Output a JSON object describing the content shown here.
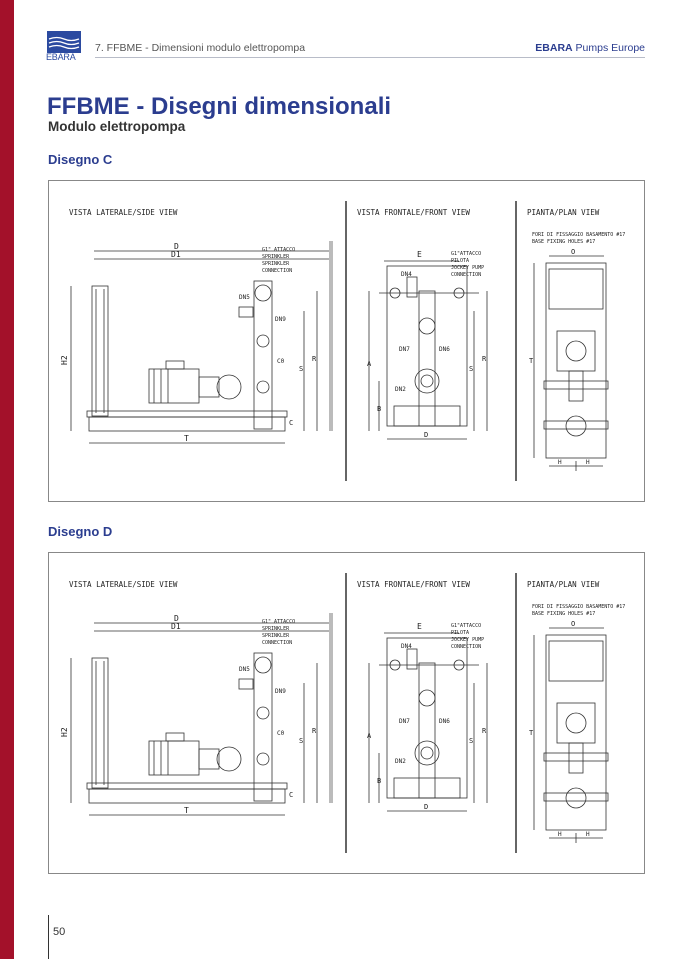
{
  "header": {
    "section": "7.  FFBME - Dimensioni modulo elettropompa",
    "brand_bold": "EBARA",
    "brand_rest": " Pumps Europe",
    "logo_text": "EBARA"
  },
  "title": "FFBME - Disegni dimensionali",
  "subtitle": "Modulo elettropompa",
  "drawings": [
    {
      "label": "Disegno C",
      "side": {
        "title": "VISTA LATERALE/SIDE VIEW",
        "callout": [
          "G1\" ATTACCO",
          "SPRINKLER",
          "SPRINKLER",
          "CONNECTION"
        ],
        "dims": {
          "D": "D",
          "D1": "D1",
          "H2": "H2",
          "T": "T",
          "S": "S",
          "R": "R",
          "C": "C",
          "DN5": "DN5",
          "DN9": "DN9",
          "C0": "C0"
        }
      },
      "front": {
        "title": "VISTA FRONTALE/FRONT VIEW",
        "callout": [
          "G1\"ATTACCO",
          "PILOTA",
          "JOCKEY PUMP",
          "CONNECTION"
        ],
        "dims": {
          "E": "E",
          "DN4": "DN4",
          "DN7": "DN7",
          "DN6": "DN6",
          "A": "A",
          "B": "B",
          "DN2": "DN2",
          "S": "S",
          "R": "R",
          "D": "D"
        }
      },
      "plan": {
        "title": "PIANTA/PLAN VIEW",
        "callout": [
          "FORI DI FISSAGGIO BASAMENTO #17",
          "BASE FIXING HOLES #17"
        ],
        "dims": {
          "O": "O",
          "T": "T",
          "H1": "H",
          "H2": "H"
        }
      }
    },
    {
      "label": "Disegno D",
      "side": {
        "title": "VISTA LATERALE/SIDE VIEW",
        "callout": [
          "G1\" ATTACCO",
          "SPRINKLER",
          "SPRINKLER",
          "CONNECTION"
        ],
        "dims": {
          "D": "D",
          "D1": "D1",
          "H2": "H2",
          "T": "T",
          "S": "S",
          "R": "R",
          "C": "C",
          "DN5": "DN5",
          "DN9": "DN9",
          "C0": "C0"
        }
      },
      "front": {
        "title": "VISTA FRONTALE/FRONT VIEW",
        "callout": [
          "G1\"ATTACCO",
          "PILOTA",
          "JOCKEY PUMP",
          "CONNECTION"
        ],
        "dims": {
          "E": "E",
          "DN4": "DN4",
          "DN7": "DN7",
          "DN6": "DN6",
          "A": "A",
          "B": "B",
          "DN2": "DN2",
          "S": "S",
          "R": "R",
          "D": "D"
        }
      },
      "plan": {
        "title": "PIANTA/PLAN VIEW",
        "callout": [
          "FORI DI FISSAGGIO BASAMENTO #17",
          "BASE FIXING HOLES #17"
        ],
        "dims": {
          "O": "O",
          "T": "T",
          "H1": "H",
          "H2": "H"
        }
      }
    }
  ],
  "page_number": "50"
}
